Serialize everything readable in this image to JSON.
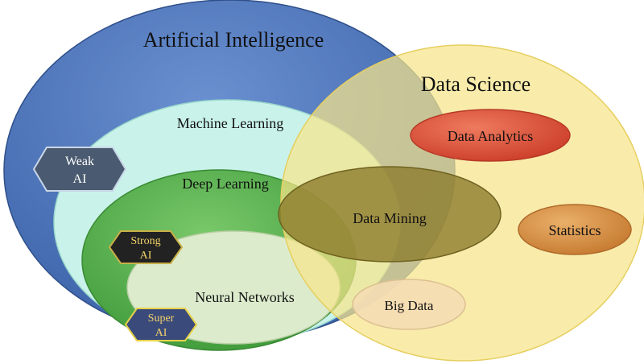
{
  "labels": {
    "ai": "Artificial Intelligence",
    "data_science": "Data Science",
    "machine_learning": "Machine Learning",
    "deep_learning": "Deep Learning",
    "neural_networks": "Neural Networks",
    "data_analytics": "Data Analytics",
    "data_mining": "Data Mining",
    "statistics": "Statistics",
    "big_data": "Big Data"
  },
  "badges": {
    "weak": {
      "line1": "Weak",
      "line2": "AI"
    },
    "strong": {
      "line1": "Strong",
      "line2": "AI"
    },
    "super": {
      "line1": "Super",
      "line2": "AI"
    }
  },
  "colors": {
    "ai": "#4a72b8",
    "machine_learning": "#c8f4ec",
    "deep_learning": "#5bb14c",
    "neural_networks": "#dbeacb",
    "data_science": "#f7e68c",
    "data_analytics": "#e2553e",
    "data_mining": "#8a7a2a",
    "statistics": "#dc9244",
    "big_data": "#f4dcb2",
    "badge_weak": "#4a5a70",
    "badge_strong": "#222222",
    "badge_super": "#3a4a7a",
    "badge_gold_text": "#f3d36a"
  }
}
